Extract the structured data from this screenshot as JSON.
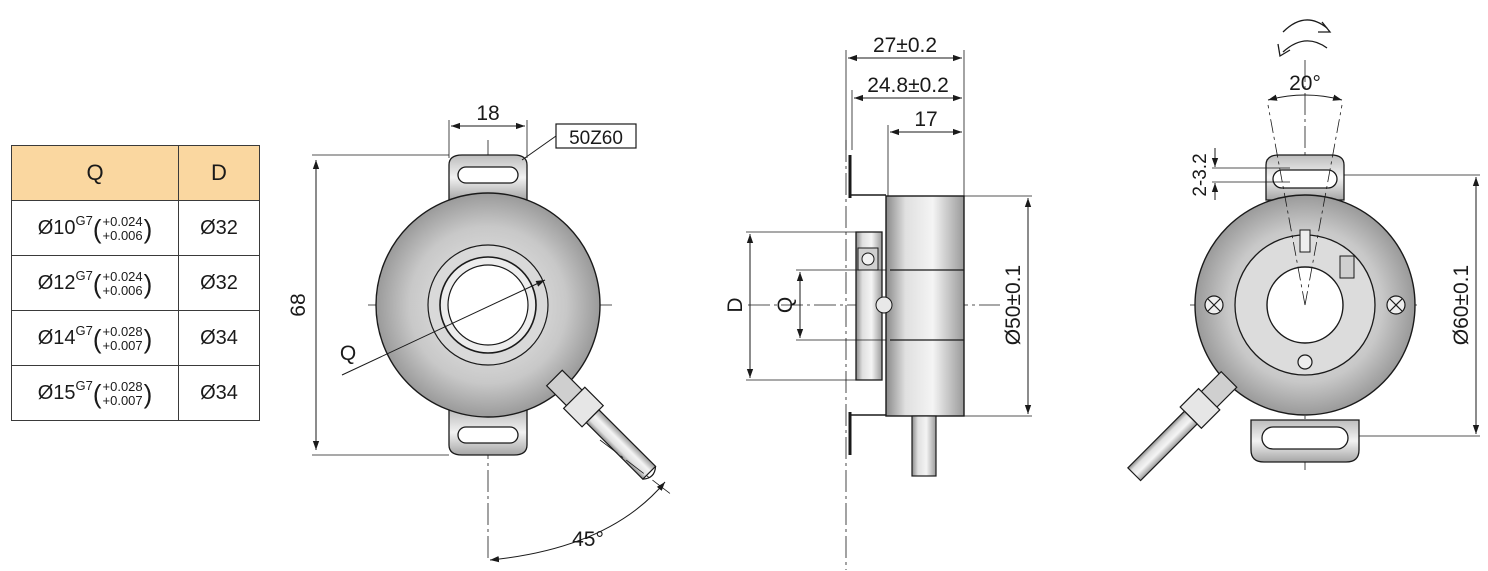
{
  "table": {
    "headers": {
      "q": "Q",
      "d": "D"
    },
    "rows": [
      {
        "q": "Ø10",
        "fit": "G7",
        "tol_upper": "+0.024",
        "tol_lower": "+0.006",
        "d": "Ø32"
      },
      {
        "q": "Ø12",
        "fit": "G7",
        "tol_upper": "+0.024",
        "tol_lower": "+0.006",
        "d": "Ø32"
      },
      {
        "q": "Ø14",
        "fit": "G7",
        "tol_upper": "+0.028",
        "tol_lower": "+0.007",
        "d": "Ø34"
      },
      {
        "q": "Ø15",
        "fit": "G7",
        "tol_upper": "+0.028",
        "tol_lower": "+0.007",
        "d": "Ø34"
      }
    ]
  },
  "front_view": {
    "slot_width": "18",
    "model_tag": "50Z60",
    "height": "68",
    "bore_label": "Q",
    "cable_angle": "45°"
  },
  "side_view": {
    "length_overall": "27±0.2",
    "length_mid": "24.8±0.2",
    "length_body": "17",
    "label_d": "D",
    "label_q": "Q",
    "diameter_body": "Ø50±0.1"
  },
  "rear_view": {
    "rotation_angle": "20°",
    "slot_size": "2-3.2",
    "diameter_mount": "Ø60±0.1"
  },
  "colors": {
    "header_fill": "#fad7a0",
    "line": "#1a1a1a",
    "metal": "#9a9a9a"
  }
}
